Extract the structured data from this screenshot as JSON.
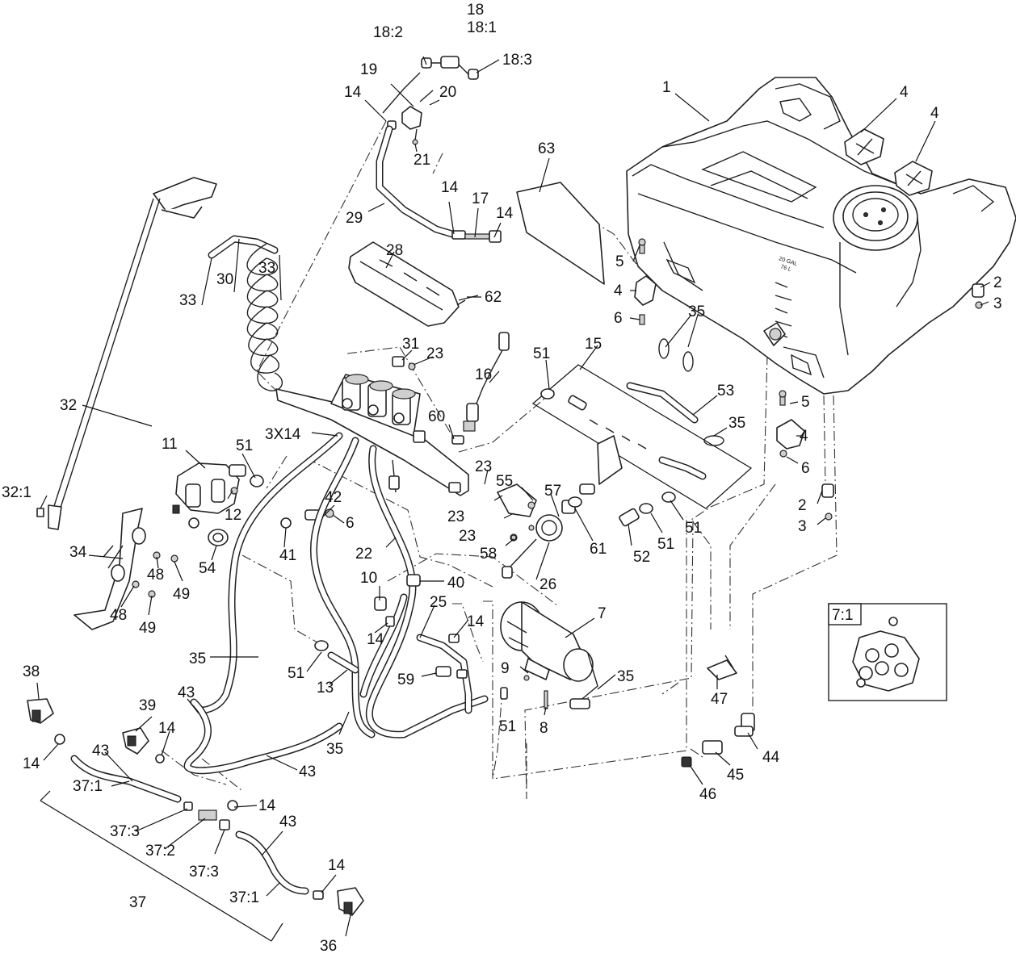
{
  "callouts": {
    "c1": "1",
    "c2a": "2",
    "c2b": "2",
    "c3a": "3",
    "c3b": "3",
    "c4a": "4",
    "c4b": "4",
    "c4c": "4",
    "c4d": "4",
    "c5a": "5",
    "c5b": "5",
    "c6a": "6",
    "c6b": "6",
    "c6c": "6",
    "c7": "7",
    "c7_1": "7:1",
    "c8": "8",
    "c9": "9",
    "c10": "10",
    "c11": "11",
    "c12": "12",
    "c13": "13",
    "c14a": "14",
    "c14b": "14",
    "c14c": "14",
    "c14d": "14",
    "c14e": "14",
    "c14f": "14",
    "c14g": "14",
    "c14h": "14",
    "c14i": "14",
    "c3x14": "3X14",
    "c15": "15",
    "c16": "16",
    "c17": "17",
    "c18": "18",
    "c18_1": "18:1",
    "c18_2": "18:2",
    "c18_3": "18:3",
    "c19": "19",
    "c20": "20",
    "c21": "21",
    "c22": "22",
    "c23a": "23",
    "c23b": "23",
    "c23c": "23",
    "c23d": "23",
    "c25": "25",
    "c26": "26",
    "c28": "28",
    "c29": "29",
    "c30": "30",
    "c31": "31",
    "c32": "32",
    "c32_1": "32:1",
    "c33a": "33",
    "c33b": "33",
    "c34": "34",
    "c35a": "35",
    "c35b": "35",
    "c35c": "35",
    "c35d": "35",
    "c35e": "35",
    "c36": "36",
    "c37": "37",
    "c37_1a": "37:1",
    "c37_1b": "37:1",
    "c37_2": "37:2",
    "c37_3a": "37:3",
    "c37_3b": "37:3",
    "c38": "38",
    "c39": "39",
    "c40": "40",
    "c41": "41",
    "c42": "42",
    "c43a": "43",
    "c43b": "43",
    "c43c": "43",
    "c43d": "43",
    "c44": "44",
    "c45": "45",
    "c46": "46",
    "c47": "47",
    "c48a": "48",
    "c48b": "48",
    "c49a": "49",
    "c49b": "49",
    "c51a": "51",
    "c51b": "51",
    "c51c": "51",
    "c51d": "51",
    "c51e": "51",
    "c51f": "51",
    "c52": "52",
    "c53": "53",
    "c54": "54",
    "c55": "55",
    "c57": "57",
    "c58": "58",
    "c59": "59",
    "c60": "60",
    "c61": "61",
    "c62": "62",
    "c63": "63"
  },
  "tank": {
    "marking_gal": "20 GAL",
    "marking_l": "76 L"
  }
}
